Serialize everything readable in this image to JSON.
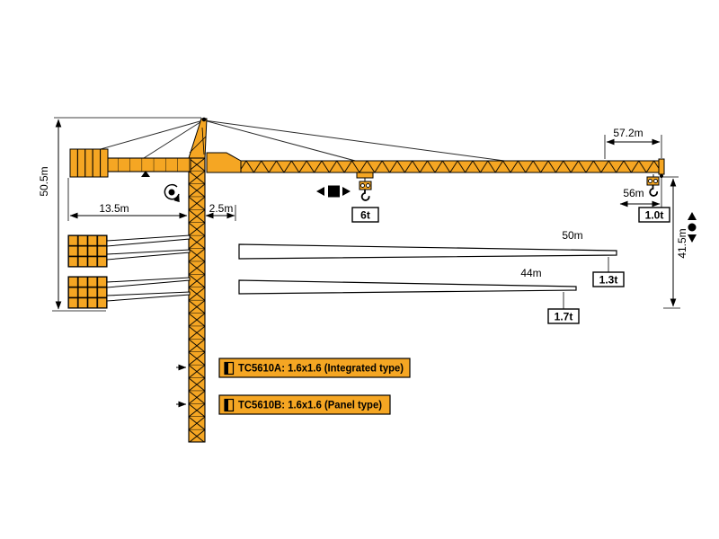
{
  "diagram": {
    "dimensions": {
      "jib_total": "57.2m",
      "hook_travel": "56m",
      "tower_height": "50.5m",
      "counter_jib_length": "13.5m",
      "jib_root_offset": "2.5m",
      "hook_height": "41.5m",
      "jib_variant_50": "50m",
      "jib_variant_44": "44m"
    },
    "capacities": {
      "trolley_load": "6t",
      "tip_load_57m": "1.0t",
      "tip_load_50m": "1.3t",
      "tip_load_44m": "1.7t"
    },
    "models": {
      "integrated": "TC5610A: 1.6x1.6 (Integrated type)",
      "panel": "TC5610B: 1.6x1.6 (Panel type)"
    },
    "icons": {
      "slewing": "rotation-arrow-icon",
      "trolley_travel": "trolley-travel-icon",
      "hoisting": "hook-travel-icon",
      "mast_section": "mast-section-icon"
    },
    "colors": {
      "crane_orange": "#F5A623",
      "outline_black": "#000000"
    }
  }
}
